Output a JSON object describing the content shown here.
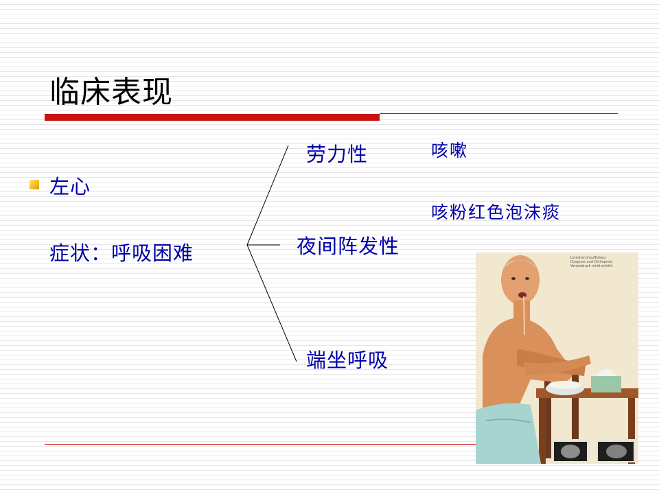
{
  "slide": {
    "title": "临床表现",
    "bullet": "左心",
    "symptom": "症状：呼吸困难",
    "branches": [
      "劳力性",
      "夜间阵发性",
      "端坐呼吸"
    ],
    "cough": "咳嗽",
    "sputum": "咳粉红色泡沫痰"
  },
  "illustration": {
    "caption_lines": [
      "Linksherzinsuffizienz",
      "Dyspnoe und Orthopnoe",
      "Venendruck nicht erhöht"
    ]
  },
  "colors": {
    "accent_red": "#cc1111",
    "text_blue": "#0000aa",
    "bullet_gold": "#f3b91a"
  }
}
